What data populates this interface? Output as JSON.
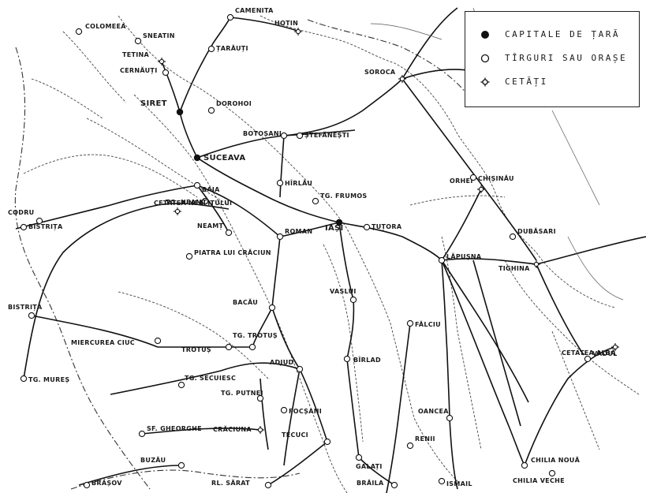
{
  "legend": {
    "items": [
      {
        "symbol": "capital",
        "label": "CAPITALE DE ȚARĂ"
      },
      {
        "symbol": "town",
        "label": "TÎRGURI SAU ORAȘE"
      },
      {
        "symbol": "fortress",
        "label": "CETĂȚI"
      }
    ]
  },
  "towns": [
    {
      "key": "cameneta",
      "label": "CAMENITA",
      "type": "town"
    },
    {
      "key": "colomeea",
      "label": "COLOMEEA",
      "type": "town"
    },
    {
      "key": "sniatin",
      "label": "SNEATIN",
      "type": "town"
    },
    {
      "key": "hotin",
      "label": "HOTIN",
      "type": "fortress"
    },
    {
      "key": "tetina",
      "label": "TETINA",
      "type": "fortress"
    },
    {
      "key": "cernauti",
      "label": "CERNĂUȚI",
      "type": "town"
    },
    {
      "key": "sipinti",
      "label": "ȚARĂUȚI",
      "type": "town"
    },
    {
      "key": "soroca",
      "label": "SOROCA",
      "type": "fortress"
    },
    {
      "key": "siret",
      "label": "SIRET",
      "type": "capital"
    },
    {
      "key": "dorohoi",
      "label": "DOROHOI",
      "type": "town"
    },
    {
      "key": "stefanesti",
      "label": "ȘTEFĂNEȘTI",
      "type": "town"
    },
    {
      "key": "botosani",
      "label": "BOTOȘANI",
      "type": "town"
    },
    {
      "key": "suceava",
      "label": "SUCEAVA",
      "type": "capital"
    },
    {
      "key": "hirlau",
      "label": "HÎRLĂU",
      "type": "town"
    },
    {
      "key": "baia",
      "label": "BAIA",
      "type": "town"
    },
    {
      "key": "cetatea_neamtului",
      "label": "CETATEA NEAMȚULUI",
      "type": "fortress"
    },
    {
      "key": "tg_frumos",
      "label": "TG. FRUMOS",
      "type": "town"
    },
    {
      "key": "iasi",
      "label": "IAȘI",
      "type": "capital"
    },
    {
      "key": "tutora",
      "label": "ȚUȚORA",
      "type": "town"
    },
    {
      "key": "orhei",
      "label": "ORHEI",
      "type": "fortress"
    },
    {
      "key": "chilia_veche_t",
      "label": "CHIȘINĂU",
      "type": "town"
    },
    {
      "key": "bistrita",
      "label": "BISTRIȚA",
      "type": "town"
    },
    {
      "key": "roman",
      "label": "ROMAN",
      "type": "town"
    },
    {
      "key": "piatra",
      "label": "PIATRA LUI CRĂCIUN",
      "type": "town"
    },
    {
      "key": "lapusna",
      "label": "LĂPUȘNA",
      "type": "town"
    },
    {
      "key": "tighina",
      "label": "TIGHINA",
      "type": "fortress"
    },
    {
      "key": "bacau",
      "label": "BACĂU",
      "type": "town"
    },
    {
      "key": "vaslui",
      "label": "VASLUI",
      "type": "town"
    },
    {
      "key": "birlad",
      "label": "BÎRLAD",
      "type": "town"
    },
    {
      "key": "falciu",
      "label": "FĂLCIU",
      "type": "town"
    },
    {
      "key": "tg_trotus",
      "label": "TG. TROTUȘ",
      "type": "town"
    },
    {
      "key": "trotus",
      "label": "TROTUȘ",
      "type": "town"
    },
    {
      "key": "adjud",
      "label": "ADJUD",
      "type": "town"
    },
    {
      "key": "tg_secuiesc",
      "label": "TG. SECUIESC",
      "type": "town"
    },
    {
      "key": "miercurea",
      "label": "MIERCUREA CIUC",
      "type": "town"
    },
    {
      "key": "cetatea_alba",
      "label": "CETATEA ALBĂ",
      "type": "fortress"
    },
    {
      "key": "tecuci",
      "label": "TECUCI",
      "type": "town"
    },
    {
      "key": "galati",
      "label": "GALAȚI",
      "type": "town"
    },
    {
      "key": "braila",
      "label": "BRĂILA",
      "type": "town"
    },
    {
      "key": "reni",
      "label": "RENII",
      "type": "town"
    },
    {
      "key": "chilia",
      "label": "CHILIA NOUĂ",
      "type": "town"
    },
    {
      "key": "chilia_veche",
      "label": "CHILIA VECHE",
      "type": "town"
    },
    {
      "key": "ismail",
      "label": "ISMAIL",
      "type": "town"
    },
    {
      "key": "focsani",
      "label": "FOCȘANI",
      "type": "town"
    },
    {
      "key": "rm_sarat",
      "label": "RL. SĂRAT",
      "type": "town"
    },
    {
      "key": "buzau",
      "label": "BUZĂU",
      "type": "town"
    },
    {
      "key": "brasov",
      "label": "BRAȘOV",
      "type": "town"
    },
    {
      "key": "sf_gheorghe",
      "label": "SF. GHEORGHE",
      "type": "town"
    },
    {
      "key": "bistrita_tr",
      "label": "BISTRIȚA",
      "type": "town"
    },
    {
      "key": "codru",
      "label": "CODRU",
      "type": "town"
    },
    {
      "key": "tg_mures",
      "label": "TG. MUREȘ",
      "type": "town"
    },
    {
      "key": "craciuna",
      "label": "CRĂCIUNA",
      "type": "fortress"
    },
    {
      "key": "putna",
      "label": "TG. PUTNEI",
      "type": "town"
    },
    {
      "key": "oancea",
      "label": "OANCEA",
      "type": "town"
    },
    {
      "key": "vadul",
      "label": "VADUL",
      "type": "town"
    },
    {
      "key": "dubosari",
      "label": "DUBĂSARI",
      "type": "town"
    },
    {
      "key": "neamt",
      "label": "NEAMȚ",
      "type": "town"
    },
    {
      "key": "tg_neamt",
      "label": "TG. NEAMȚ",
      "type": "town"
    }
  ]
}
